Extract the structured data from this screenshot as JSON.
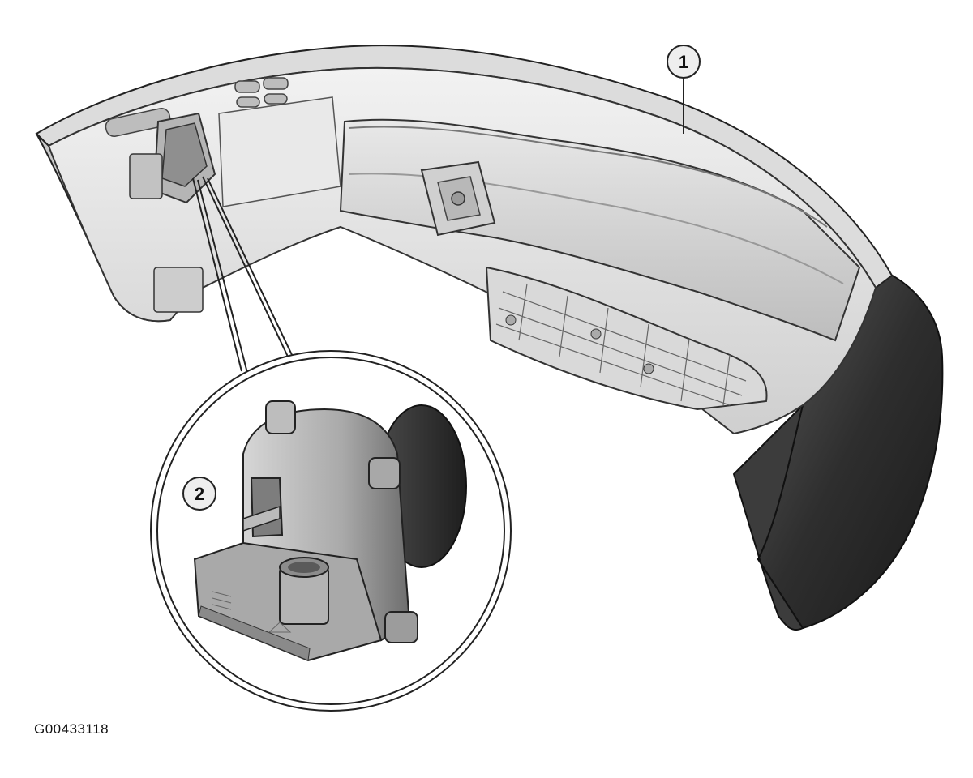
{
  "diagram": {
    "callouts": [
      {
        "id": "callout-1",
        "label": "1"
      },
      {
        "id": "callout-2",
        "label": "2"
      }
    ],
    "figure_id": "G00433118"
  }
}
